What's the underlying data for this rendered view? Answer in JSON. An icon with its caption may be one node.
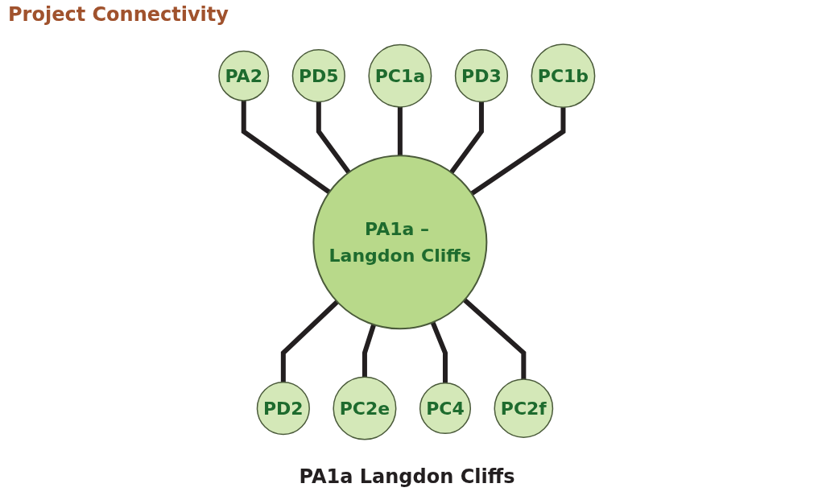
{
  "diagram": {
    "title": "Project Connectivity",
    "caption": "PA1a Langdon Cliffs",
    "nodes": [
      {
        "text": [
          "PA1a – Langdon Cliffs"
        ]
      },
      {
        "text": [
          "PA2"
        ]
      },
      {
        "text": [
          "PD5"
        ]
      },
      {
        "text": [
          "PC1a"
        ]
      },
      {
        "text": [
          "PD3"
        ]
      },
      {
        "text": [
          "PC1b"
        ]
      },
      {
        "text": [
          "PD2"
        ]
      },
      {
        "text": [
          "PC2e"
        ]
      },
      {
        "text": [
          "PC4"
        ]
      },
      {
        "text": [
          "PC2f"
        ]
      }
    ],
    "edges": [
      {
        "from": 1,
        "to": 0,
        "arrow": "none"
      },
      {
        "from": 2,
        "to": 0,
        "arrow": "none"
      },
      {
        "from": 3,
        "to": 0,
        "arrow": "none"
      },
      {
        "from": 4,
        "to": 0,
        "arrow": "none"
      },
      {
        "from": 5,
        "to": 0,
        "arrow": "none"
      },
      {
        "from": 0,
        "to": 6,
        "arrow": "none"
      },
      {
        "from": 0,
        "to": 7,
        "arrow": "none"
      },
      {
        "from": 0,
        "to": 8,
        "arrow": "none"
      },
      {
        "from": 0,
        "to": 9,
        "arrow": "none"
      }
    ]
  }
}
